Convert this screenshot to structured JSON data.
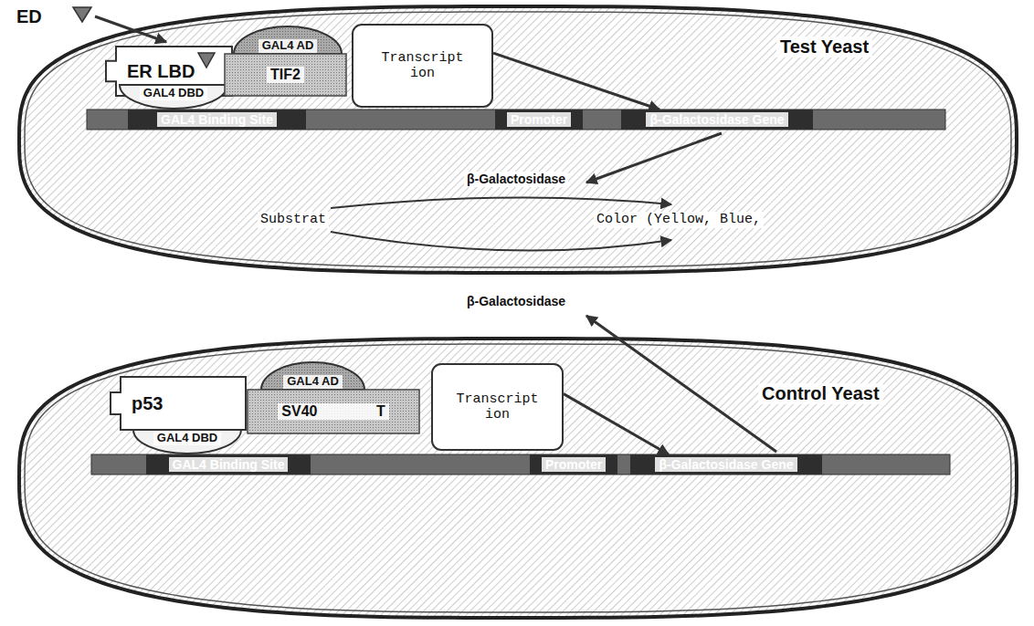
{
  "diagram": {
    "nodes": [
      {
        "text": [
          "Test Yeast"
        ]
      },
      {
        "text": [
          "ER LBD"
        ],
        "in": 0
      },
      {
        "text": [
          "GAL4 DBD"
        ],
        "in": 0
      },
      {
        "text": [
          "GAL4 AD"
        ],
        "in": 0
      },
      {
        "text": [
          "TIF2"
        ],
        "in": 0
      },
      {
        "text": [
          "Transcript ion"
        ],
        "in": 0
      },
      {
        "text": [
          "GAL4 Binding Site"
        ],
        "in": 0
      },
      {
        "text": [
          "Promoter"
        ],
        "in": 0
      },
      {
        "text": [
          "β-Galactosidase Gene"
        ],
        "in": 0
      },
      {
        "text": [
          "Control Yeast"
        ]
      },
      {
        "text": [
          "p53"
        ],
        "in": 9
      },
      {
        "text": [
          "GAL4 DBD"
        ],
        "in": 9
      },
      {
        "text": [
          "GAL4 AD"
        ],
        "in": 9
      },
      {
        "text": [
          "SV40 T"
        ],
        "in": 9
      },
      {
        "text": [
          "Transcript ion"
        ],
        "in": 9
      },
      {
        "text": [
          "GAL4 Binding Site"
        ],
        "in": 9
      },
      {
        "text": [
          "Promoter"
        ],
        "in": 9
      },
      {
        "text": [
          "β-Galactosidase Gene"
        ],
        "in": 9
      }
    ],
    "edges": [
      {
        "from": 5,
        "to": 8,
        "arrow": "to"
      },
      {
        "from": 14,
        "to": 17,
        "arrow": "to"
      }
    ],
    "labels": [
      "ED",
      "β-Galactosidase",
      "Substrat",
      "Color (Yellow, Blue,",
      "β-Galactosidase"
    ]
  }
}
